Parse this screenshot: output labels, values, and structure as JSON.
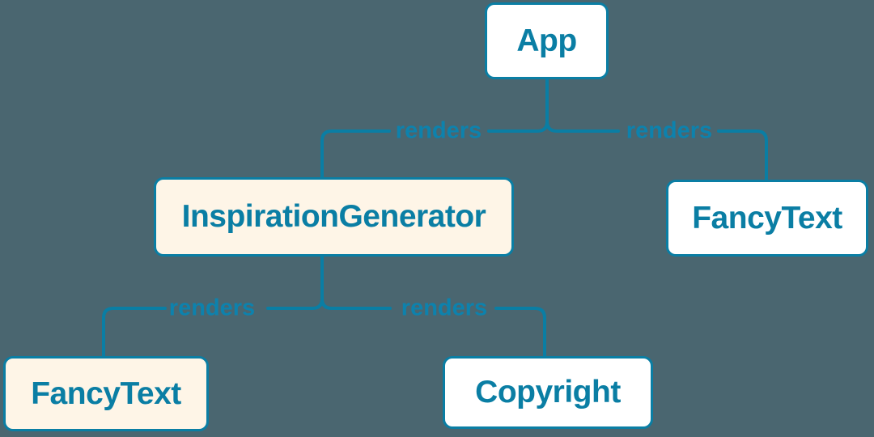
{
  "diagram": {
    "description": "React component render tree",
    "colors": {
      "background": "#4a6670",
      "accent_stroke": "#0a7ea4",
      "node_fill_default": "#ffffff",
      "node_fill_highlight": "#fef5e7",
      "node_text": "#0a7ea4",
      "edge_label_text": "#0d82ad"
    },
    "nodes": [
      {
        "id": "app",
        "label": "App",
        "variant": "default"
      },
      {
        "id": "inspiration-generator",
        "label": "InspirationGenerator",
        "variant": "highlight"
      },
      {
        "id": "fancy-text-right",
        "label": "FancyText",
        "variant": "default"
      },
      {
        "id": "fancy-text-left",
        "label": "FancyText",
        "variant": "highlight"
      },
      {
        "id": "copyright",
        "label": "Copyright",
        "variant": "default"
      }
    ],
    "edges": [
      {
        "from": "App",
        "to": "InspirationGenerator",
        "label": "renders"
      },
      {
        "from": "App",
        "to": "FancyText",
        "label": "renders"
      },
      {
        "from": "InspirationGenerator",
        "to": "FancyText",
        "label": "renders"
      },
      {
        "from": "InspirationGenerator",
        "to": "Copyright",
        "label": "renders"
      }
    ]
  }
}
